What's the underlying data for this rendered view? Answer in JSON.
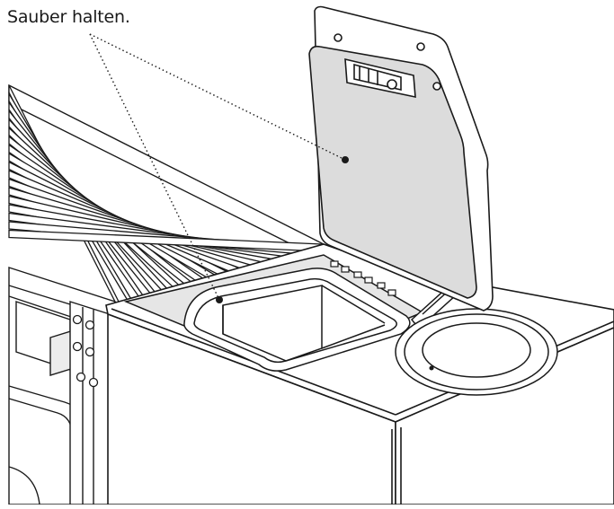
{
  "callout": {
    "label": "Sauber halten."
  },
  "colors": {
    "background": "#ffffff",
    "stroke": "#1a1a1a",
    "lid_fill": "#dcdcdc",
    "body_fill": "#ffffff",
    "leader": "#1a1a1a"
  },
  "illustration": {
    "subject": "pellet-stove-top-with-open-tank-lid",
    "icon": "technical-line-drawing"
  }
}
